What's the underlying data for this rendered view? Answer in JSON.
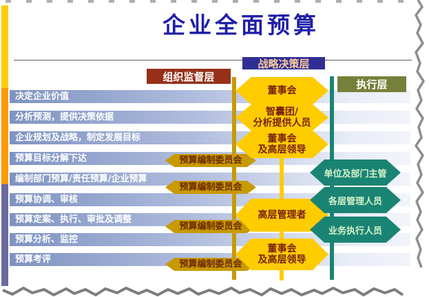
{
  "title": "企业全面预算",
  "layers": {
    "strategic": {
      "label": "战略决策层",
      "bg": "#2f2f96",
      "text_color": "#ffcc99"
    },
    "supervision": {
      "label": "组织监督层",
      "bg": "#963018",
      "text_color": "#ffffff"
    },
    "execution": {
      "label": "执行层",
      "bg": "#76803a",
      "text_color": "#ffffff"
    }
  },
  "process_rows": [
    {
      "label": "决定企业价值"
    },
    {
      "label": "分析预测，提供决策依据"
    },
    {
      "label": "企业规划及战略，制定发展目标"
    },
    {
      "label": "预算目标分解下达"
    },
    {
      "label": "编制部门预算/责任预算/企业预算"
    },
    {
      "label": "预算协调、审核"
    },
    {
      "label": "预算定案、执行、审批及调整"
    },
    {
      "label": "预算分析、监控"
    },
    {
      "label": "预算考评"
    }
  ],
  "committee_hexes": [
    {
      "label": "预算编制委员会"
    },
    {
      "label": "预算编制委员会"
    },
    {
      "label": "预算编制委员会"
    },
    {
      "label": "预算编制委员会"
    }
  ],
  "strategic_hexes": [
    {
      "label": "董事会"
    },
    {
      "label": "智囊团/\n分析提供人员"
    },
    {
      "label": "董事会\n及高层领导"
    },
    {
      "label": "高层管理者"
    },
    {
      "label": "董事会\n及高层领导"
    }
  ],
  "execution_hexes": [
    {
      "label": "单位及部门主管"
    },
    {
      "label": "各层管理人员"
    },
    {
      "label": "业务执行人员"
    }
  ],
  "colors": {
    "title_text": "#1f1fa8",
    "bar_gradient_start": "#7e93c1",
    "bar_gradient_end": "#f2f4fa",
    "hex_yellow": "#ffcc00",
    "hex_yellow_text": "#7a2010",
    "hex_gold": "#c79a00",
    "hex_gold_text": "#6e2800",
    "hex_teal": "#1a8474",
    "hex_teal_text": "#d2f0c8",
    "line_gold": "#c79a00",
    "line_yellow": "#ffcc00",
    "line_teal": "#1a8474",
    "edge_yellow": "#ffcc00",
    "edge_orange": "#ff9900",
    "edge_slate": "#6a6a9e"
  }
}
